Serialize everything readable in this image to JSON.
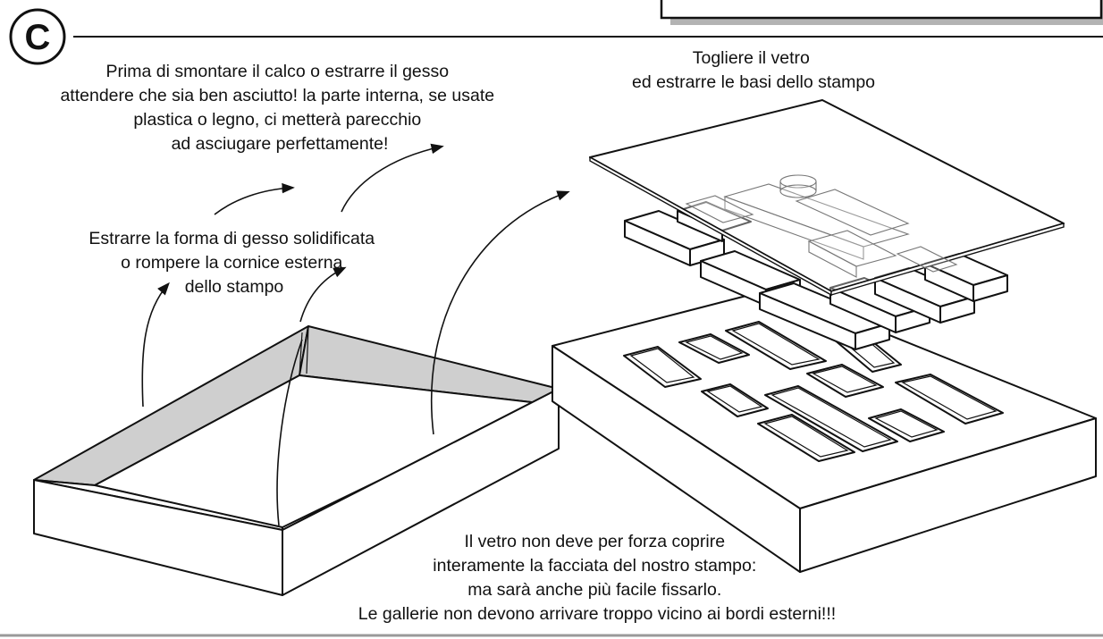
{
  "step": {
    "letter": "C"
  },
  "captions": {
    "prima": [
      "Prima di smontare il calco o estrarre il gesso",
      "attendere che sia ben asciutto! la parte interna, se usate",
      "plastica o legno, ci metterà parecchio",
      "ad asciugare perfettamente!"
    ],
    "togliere": [
      "Togliere il vetro",
      "ed estrarre le basi dello stampo"
    ],
    "estrarre": [
      "Estrarre la forma di gesso solidificata",
      "o rompere la cornice esterna",
      "dello stampo"
    ],
    "vetro": [
      "Il vetro non  deve per forza coprire",
      "interamente la facciata del nostro stampo:",
      "ma sarà anche più facile fissarlo.",
      "Le gallerie non devono arrivare troppo vicino ai bordi esterni!!!"
    ]
  },
  "colors": {
    "ink": "#111111",
    "shade": "#cfcfcf",
    "panel_shadow": "#b3b3b3",
    "paper": "#ffffff"
  }
}
